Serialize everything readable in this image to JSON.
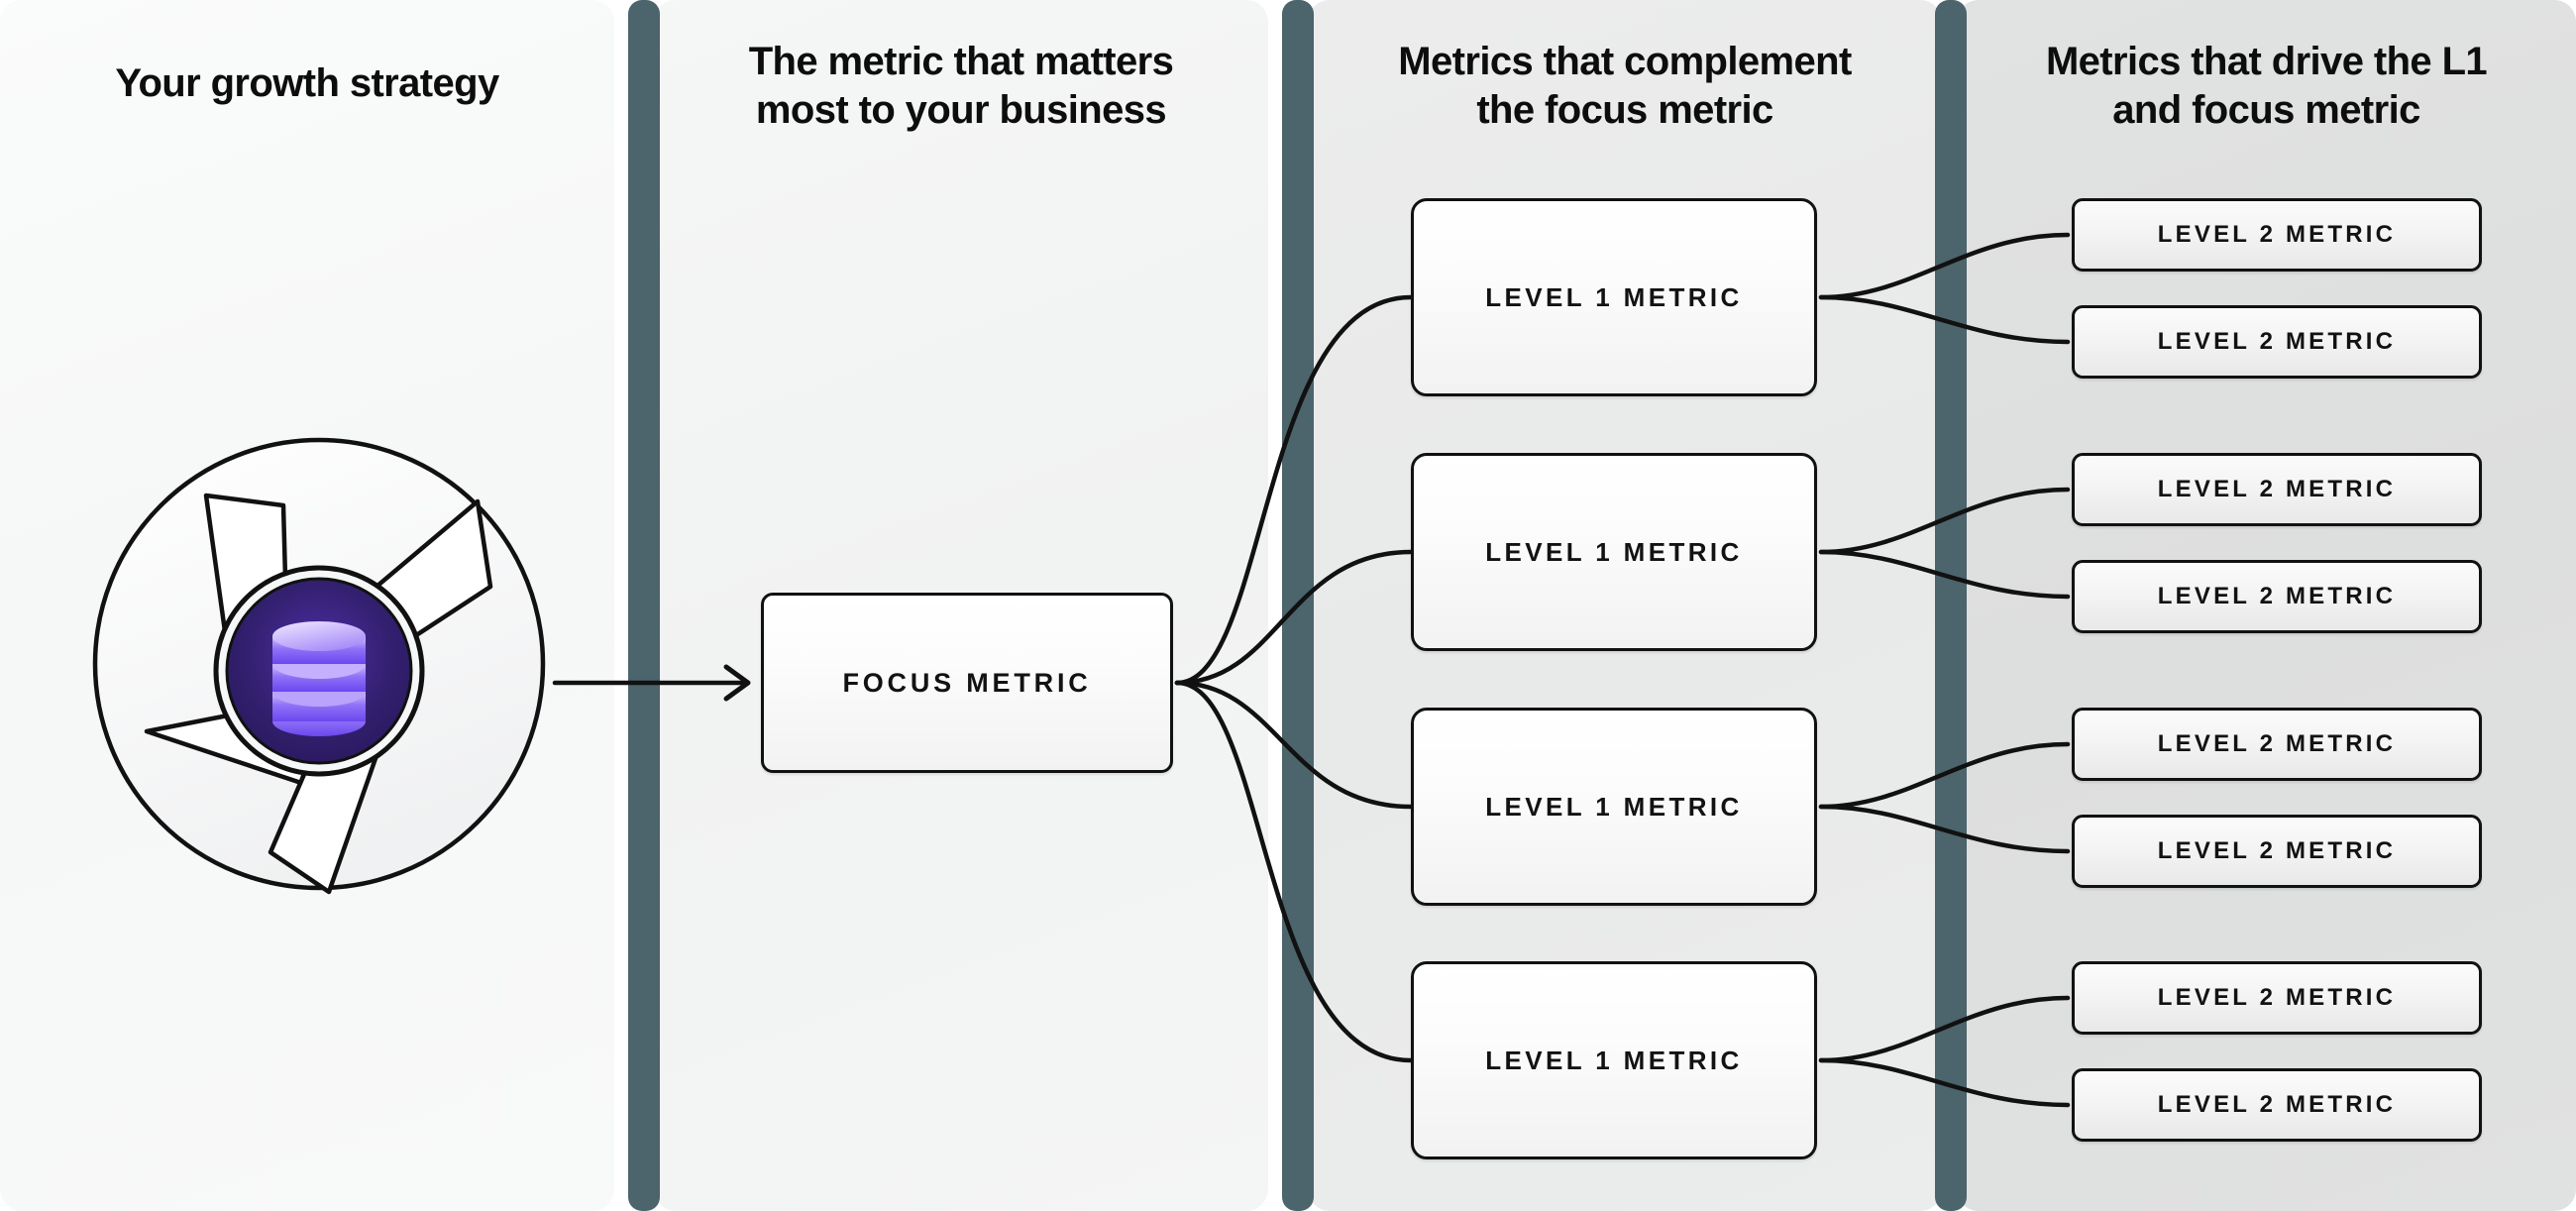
{
  "columns": [
    {
      "id": "strategy",
      "title": "Your growth strategy"
    },
    {
      "id": "focus",
      "title": "The metric that matters\nmost to your business"
    },
    {
      "id": "level1",
      "title": "Metrics that complement\nthe focus metric"
    },
    {
      "id": "level2",
      "title": "Metrics that drive the L1\nand focus metric"
    }
  ],
  "logo": {
    "name": "growth-strategy-aperture-logo",
    "center_icon": "database-icon",
    "outer_ring_color": "#f7f8f8",
    "core_color": "#2a1a6e",
    "core_accent": "#7c5cf5",
    "stroke_color": "#111111"
  },
  "focus_metric": {
    "label": "FOCUS METRIC"
  },
  "level1_metrics": [
    {
      "label": "LEVEL 1 METRIC"
    },
    {
      "label": "LEVEL 1 METRIC"
    },
    {
      "label": "LEVEL 1 METRIC"
    },
    {
      "label": "LEVEL 1 METRIC"
    }
  ],
  "level2_metrics": [
    {
      "label": "LEVEL 2 METRIC"
    },
    {
      "label": "LEVEL 2 METRIC"
    },
    {
      "label": "LEVEL 2 METRIC"
    },
    {
      "label": "LEVEL 2 METRIC"
    },
    {
      "label": "LEVEL 2 METRIC"
    },
    {
      "label": "LEVEL 2 METRIC"
    },
    {
      "label": "LEVEL 2 METRIC"
    },
    {
      "label": "LEVEL 2 METRIC"
    }
  ],
  "colors": {
    "divider": "#4c646b",
    "panel_1": "#f7f8f8",
    "panel_2": "#f2f3f3",
    "panel_3": "#e9eaea",
    "panel_4": "#dedfdf",
    "box_border": "#111111",
    "text": "#0d0d0d"
  }
}
